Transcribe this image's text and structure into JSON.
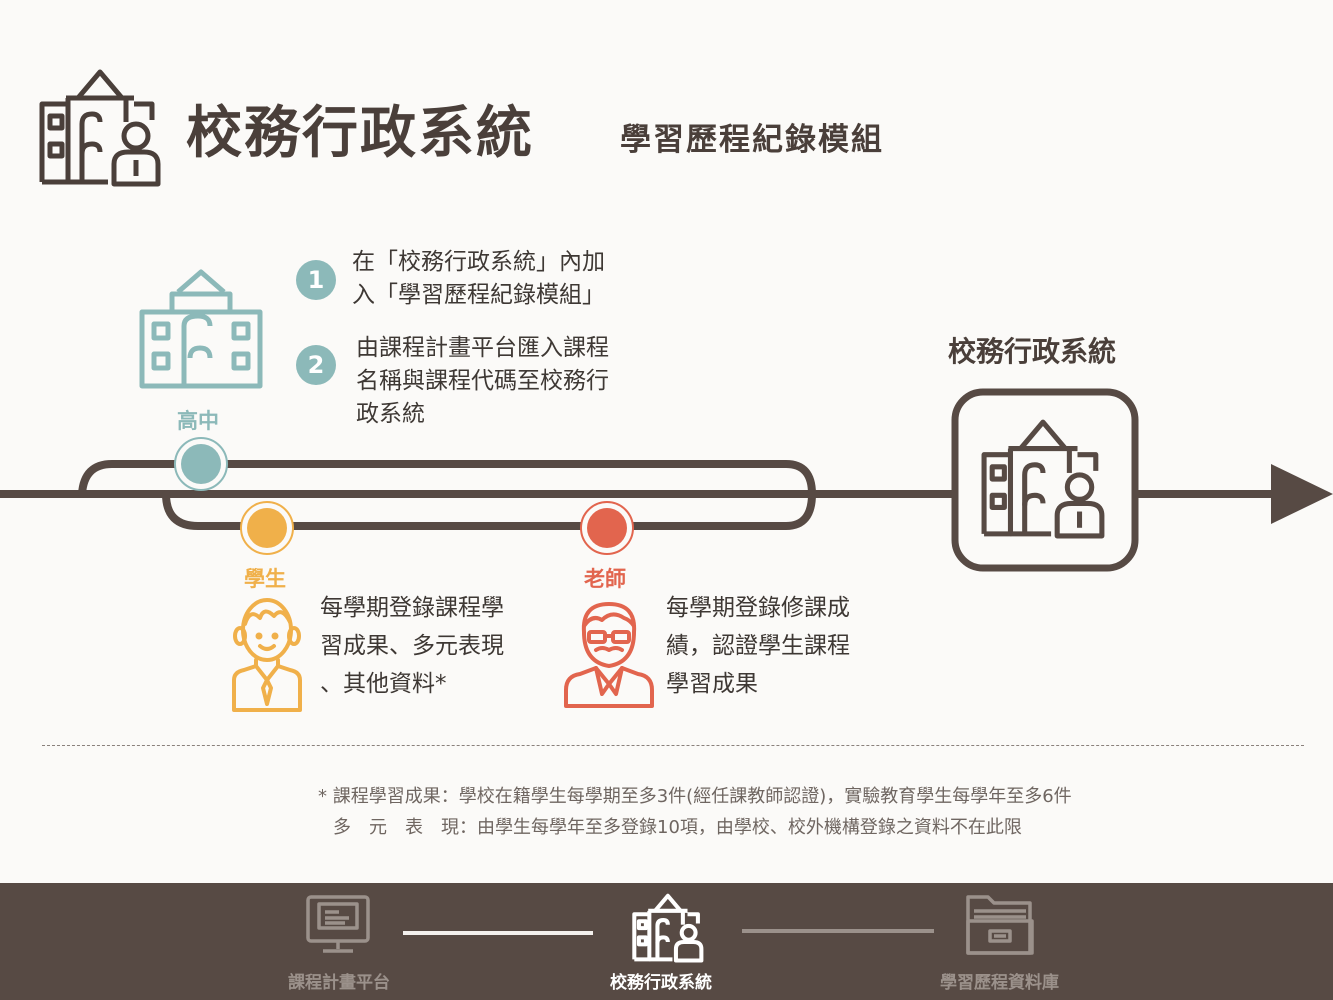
{
  "header": {
    "title": "校務行政系統",
    "subtitle": "學習歷程紀錄模組"
  },
  "steps": [
    {
      "number": "1",
      "lines": [
        "在「校務行政系統」內加",
        "入「學習歷程紀錄模組」"
      ]
    },
    {
      "number": "2",
      "lines": [
        "由課程計畫平台匯入課程",
        "名稱與課程代碼至校務行",
        "政系統"
      ]
    }
  ],
  "nodes": {
    "school": {
      "label": "高中",
      "color": "#8cb9b9"
    },
    "student": {
      "label": "學生",
      "color": "#f0b04a",
      "desc": [
        "每學期登錄課程學",
        "習成果、多元表現",
        "、其他資料*"
      ]
    },
    "teacher": {
      "label": "老師",
      "color": "#e2654e",
      "desc": [
        "每學期登錄修課成",
        "績，認證學生課程",
        "學習成果"
      ]
    }
  },
  "destination": {
    "label": "校務行政系統"
  },
  "notes": [
    "* 課程學習成果：學校在籍學生每學期至多3件(經任課教師認證)，實驗教育學生每學年至多6件",
    "多　元　表　現：由學生每學年至多登錄10項，由學校、校外機構登錄之資料不在此限"
  ],
  "footer": {
    "items": [
      {
        "label": "課程計畫平台",
        "icon": "computer-icon",
        "active": false
      },
      {
        "label": "校務行政系統",
        "icon": "school-admin-icon",
        "active": true
      },
      {
        "label": "學習歷程資料庫",
        "icon": "folder-icon",
        "active": false
      }
    ]
  }
}
